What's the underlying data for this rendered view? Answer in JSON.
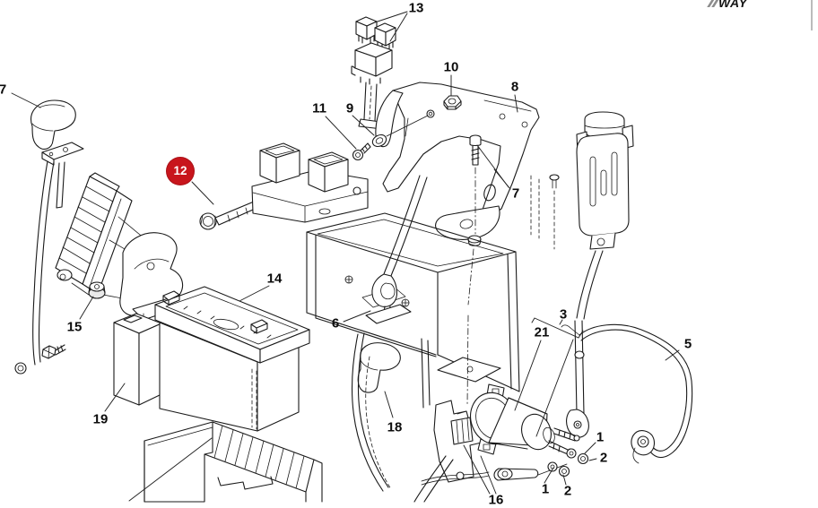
{
  "page": {
    "background": "#ffffff",
    "line_color": "#1a1a1a",
    "badge_color": "#c8151c",
    "logo_text": "WAY"
  },
  "callouts": [
    {
      "id": "7-left",
      "label": "7",
      "style": "plain"
    },
    {
      "id": "13",
      "label": "13",
      "style": "plain"
    },
    {
      "id": "10",
      "label": "10",
      "style": "plain"
    },
    {
      "id": "8",
      "label": "8",
      "style": "plain"
    },
    {
      "id": "11",
      "label": "11",
      "style": "plain"
    },
    {
      "id": "9",
      "label": "9",
      "style": "plain"
    },
    {
      "id": "12",
      "label": "12",
      "style": "badge-selected"
    },
    {
      "id": "14",
      "label": "14",
      "style": "plain"
    },
    {
      "id": "15",
      "label": "15",
      "style": "plain"
    },
    {
      "id": "19",
      "label": "19",
      "style": "plain"
    },
    {
      "id": "6",
      "label": "6",
      "style": "plain"
    },
    {
      "id": "18",
      "label": "18",
      "style": "plain"
    },
    {
      "id": "3",
      "label": "3",
      "style": "plain"
    },
    {
      "id": "21",
      "label": "21",
      "style": "plain"
    },
    {
      "id": "5",
      "label": "5",
      "style": "plain"
    },
    {
      "id": "1-upper",
      "label": "1",
      "style": "plain"
    },
    {
      "id": "2-upper",
      "label": "2",
      "style": "plain"
    },
    {
      "id": "1-lower",
      "label": "1",
      "style": "plain"
    },
    {
      "id": "2-lower",
      "label": "2",
      "style": "plain"
    },
    {
      "id": "7-right",
      "label": "7",
      "style": "plain"
    },
    {
      "id": "16",
      "label": "16",
      "style": "plain-clipped"
    }
  ]
}
